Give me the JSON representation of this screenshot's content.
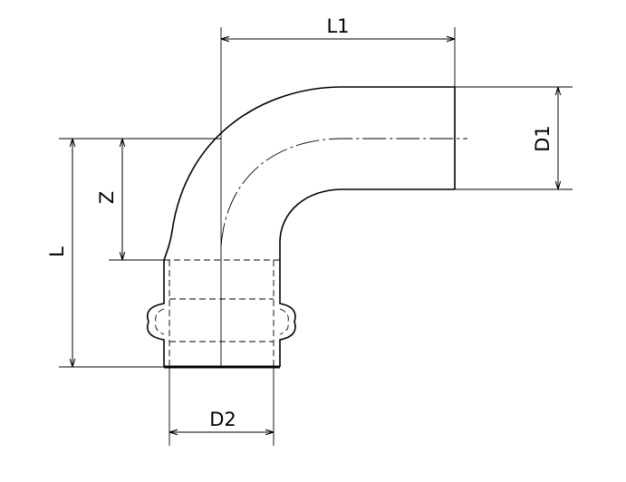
{
  "labels": {
    "l1": "L1",
    "d1": "D1",
    "z": "Z",
    "l": "L",
    "d2": "D2"
  },
  "colors": {
    "line": "#000000",
    "background": "#ffffff"
  }
}
